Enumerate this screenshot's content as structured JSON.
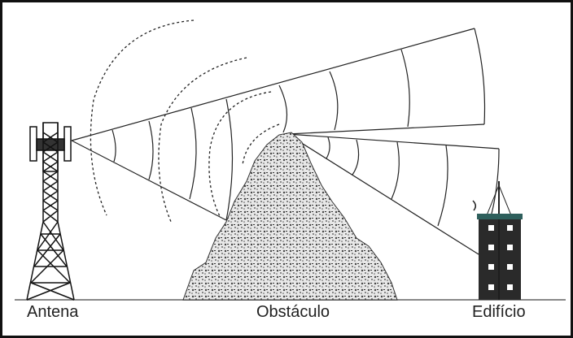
{
  "labels": {
    "antenna": "Antena",
    "obstacle": "Obstáculo",
    "building": "Edifício"
  },
  "colors": {
    "line": "#222222",
    "roof": "#2e5f5c",
    "building": "#2a2a2a",
    "window": "#ffffff"
  }
}
